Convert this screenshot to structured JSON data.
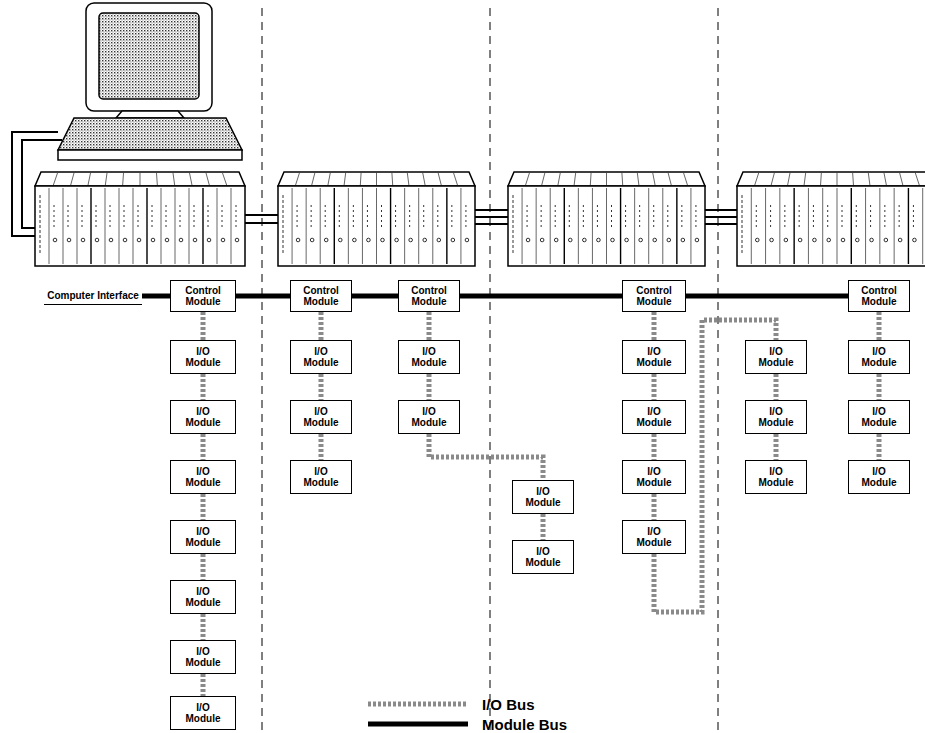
{
  "diagram": {
    "nodes": [
      {
        "text": [
          "Computer Interface"
        ]
      },
      {
        "text": [
          "Control Module"
        ]
      },
      {
        "text": [
          "Control Module"
        ]
      },
      {
        "text": [
          "Control Module"
        ]
      },
      {
        "text": [
          "Control Module"
        ]
      },
      {
        "text": [
          "Control Module"
        ]
      },
      {
        "text": [
          "I/O Module"
        ]
      },
      {
        "text": [
          "I/O Module"
        ]
      },
      {
        "text": [
          "I/O Module"
        ]
      },
      {
        "text": [
          "I/O Module"
        ]
      },
      {
        "text": [
          "I/O Module"
        ]
      },
      {
        "text": [
          "I/O Module"
        ]
      },
      {
        "text": [
          "I/O Module"
        ]
      },
      {
        "text": [
          "I/O Module"
        ]
      },
      {
        "text": [
          "I/O Module"
        ]
      },
      {
        "text": [
          "I/O Module"
        ]
      },
      {
        "text": [
          "I/O Module"
        ]
      },
      {
        "text": [
          "I/O Module"
        ]
      },
      {
        "text": [
          "I/O Module"
        ]
      },
      {
        "text": [
          "I/O Module"
        ]
      },
      {
        "text": [
          "I/O Module"
        ]
      },
      {
        "text": [
          "I/O Module"
        ]
      },
      {
        "text": [
          "I/O Module"
        ]
      },
      {
        "text": [
          "I/O Module"
        ]
      },
      {
        "text": [
          "I/O Module"
        ]
      },
      {
        "text": [
          "I/O Module"
        ]
      },
      {
        "text": [
          "I/O Module"
        ]
      },
      {
        "text": [
          "I/O Module"
        ]
      },
      {
        "text": [
          "I/O Module"
        ]
      },
      {
        "text": [
          "I/O Module"
        ]
      }
    ],
    "edges": [
      {
        "from": 0,
        "to": 1,
        "arrow": "none"
      },
      {
        "from": 1,
        "to": 2,
        "arrow": "none"
      },
      {
        "from": 2,
        "to": 3,
        "arrow": "none"
      },
      {
        "from": 3,
        "to": 4,
        "arrow": "none"
      },
      {
        "from": 4,
        "to": 5,
        "arrow": "none"
      },
      {
        "from": 1,
        "to": 6,
        "arrow": "none"
      },
      {
        "from": 6,
        "to": 7,
        "arrow": "none"
      },
      {
        "from": 7,
        "to": 8,
        "arrow": "none"
      },
      {
        "from": 8,
        "to": 9,
        "arrow": "none"
      },
      {
        "from": 9,
        "to": 10,
        "arrow": "none"
      },
      {
        "from": 10,
        "to": 11,
        "arrow": "none"
      },
      {
        "from": 11,
        "to": 12,
        "arrow": "none"
      },
      {
        "from": 2,
        "to": 13,
        "arrow": "none"
      },
      {
        "from": 13,
        "to": 14,
        "arrow": "none"
      },
      {
        "from": 14,
        "to": 15,
        "arrow": "none"
      },
      {
        "from": 3,
        "to": 16,
        "arrow": "none"
      },
      {
        "from": 16,
        "to": 17,
        "arrow": "none"
      },
      {
        "from": 17,
        "to": 18,
        "arrow": "none"
      },
      {
        "from": 18,
        "to": 19,
        "arrow": "none"
      },
      {
        "from": 4,
        "to": 20,
        "arrow": "none"
      },
      {
        "from": 20,
        "to": 21,
        "arrow": "none"
      },
      {
        "from": 21,
        "to": 22,
        "arrow": "none"
      },
      {
        "from": 22,
        "to": 23,
        "arrow": "none"
      },
      {
        "from": 23,
        "to": 24,
        "arrow": "none"
      },
      {
        "from": 24,
        "to": 25,
        "arrow": "none"
      },
      {
        "from": 25,
        "to": 26,
        "arrow": "none"
      },
      {
        "from": 5,
        "to": 27,
        "arrow": "none"
      },
      {
        "from": 27,
        "to": 28,
        "arrow": "none"
      },
      {
        "from": 28,
        "to": 29,
        "arrow": "none"
      }
    ],
    "legend": [
      {
        "text": "I/O Bus"
      },
      {
        "text": "Module Bus"
      }
    ]
  }
}
